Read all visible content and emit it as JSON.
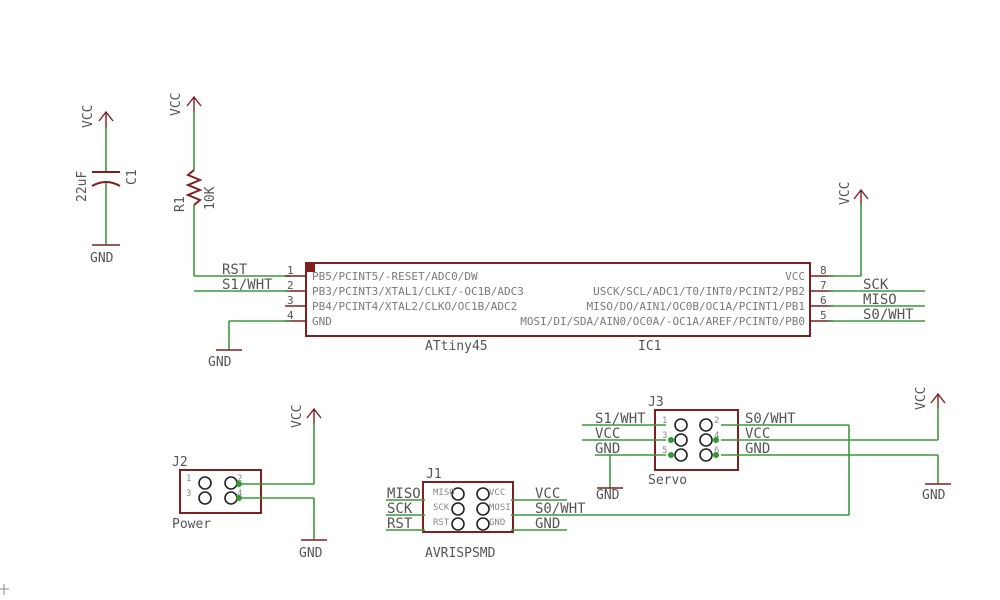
{
  "capacitor": {
    "ref": "C1",
    "value": "22uF",
    "top_net": "VCC",
    "bottom_net": "GND"
  },
  "resistor": {
    "ref": "R1",
    "value": "10K",
    "top_net": "VCC"
  },
  "ic": {
    "ref": "IC1",
    "part": "ATtiny45",
    "left_pins": [
      {
        "num": "1",
        "name": "PB5/PCINT5/-RESET/ADC0/DW"
      },
      {
        "num": "2",
        "name": "PB3/PCINT3/XTAL1/CLKI/-OC1B/ADC3"
      },
      {
        "num": "3",
        "name": "PB4/PCINT4/XTAL2/CLKO/OC1B/ADC2"
      },
      {
        "num": "4",
        "name": "GND"
      }
    ],
    "right_pins": [
      {
        "num": "8",
        "name": "VCC"
      },
      {
        "num": "7",
        "name": "USCK/SCL/ADC1/T0/INT0/PCINT2/PB2"
      },
      {
        "num": "6",
        "name": "MISO/DO/AIN1/OC0B/OC1A/PCINT1/PB1"
      },
      {
        "num": "5",
        "name": "MOSI/DI/SDA/AIN0/OC0A/-OC1A/AREF/PCINT0/PB0"
      }
    ],
    "left_nets": [
      "RST",
      "S1/WHT",
      "",
      "GND"
    ],
    "right_nets": [
      "VCC",
      "SCK",
      "MISO",
      "S0/WHT"
    ]
  },
  "j2": {
    "ref": "J2",
    "value": "Power",
    "pins": [
      "1",
      "2",
      "3",
      "4"
    ],
    "top_net": "VCC",
    "bottom_net": "GND"
  },
  "j1": {
    "ref": "J1",
    "value": "AVRISPSMD",
    "left_pins": [
      "MISO",
      "SCK",
      "RST"
    ],
    "right_pins": [
      "VCC",
      "MOSI",
      "GND"
    ],
    "left_nets": [
      "MISO",
      "SCK",
      "RST"
    ],
    "right_nets": [
      "VCC",
      "S0/WHT",
      "GND"
    ]
  },
  "j3": {
    "ref": "J3",
    "value": "Servo",
    "left_pins": [
      "1",
      "3",
      "5"
    ],
    "right_pins": [
      "2",
      "4",
      "6"
    ],
    "left_nets": [
      "S1/WHT",
      "VCC",
      "GND"
    ],
    "right_nets": [
      "S0/WHT",
      "VCC",
      "GND"
    ],
    "gnd_left": "GND",
    "vcc_right": "VCC",
    "gnd_right": "GND"
  },
  "colors": {
    "wire": "#3a9a3a",
    "symbol": "#7f1f1f",
    "text": "#555555",
    "pin_text": "#7a7a7a",
    "junction": "#2e9a2e"
  }
}
